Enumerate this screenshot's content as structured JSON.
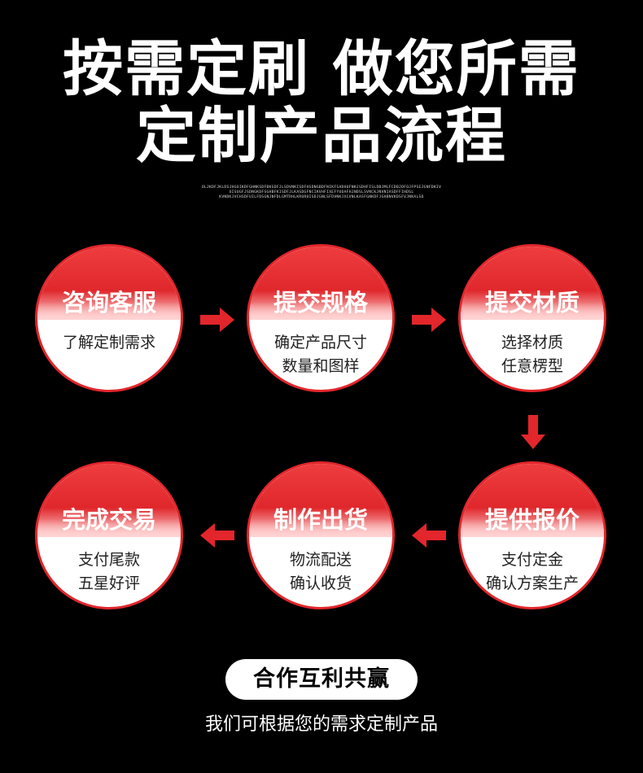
{
  "headline": {
    "line1": "按需定刷 做您所需",
    "line2": "定制产品流程"
  },
  "tiny_text": {
    "line1": "OLJKDFJKLDSJHGOIKDFGHNKSDFBKSDFJLSDVNKISDFHSDNGBDFNIKFSADHUFNKJSDHFISLDBJMLFCDBJDFOJFPSEJGNFDKIV",
    "line2": "OISUGFJSDNGKDFSGHBFKISDFJLKASDGFNCIKVHFIXEFYUOAFHJNDSLSVNCKJNVNIASDFFIHDSL",
    "line3": "KVNDKJVCHSDFUILFDSGNJNFDLGMTRHLKRUROISDJGNLSFDVNKJXCVNLKASFGNKDFJGHBNVKDSFVJNKALSD"
  },
  "steps": [
    {
      "title": "咨询客服",
      "lines": [
        "了解定制需求"
      ]
    },
    {
      "title": "提交规格",
      "lines": [
        "确定产品尺寸",
        "数量和图样"
      ]
    },
    {
      "title": "提交材质",
      "lines": [
        "选择材质",
        "任意楞型"
      ]
    },
    {
      "title": "提供报价",
      "lines": [
        "支付定金",
        "确认方案生产"
      ]
    },
    {
      "title": "制作出货",
      "lines": [
        "物流配送",
        "确认收货"
      ]
    },
    {
      "title": "完成交易",
      "lines": [
        "支付尾款",
        "五星好评"
      ]
    }
  ],
  "footer": {
    "badge": "合作互利共赢",
    "tagline": "我们可根据您的需求定制产品"
  },
  "colors": {
    "accent": "#e2262b",
    "background": "#000000"
  },
  "icons": {
    "arrow": "arrow-icon"
  }
}
